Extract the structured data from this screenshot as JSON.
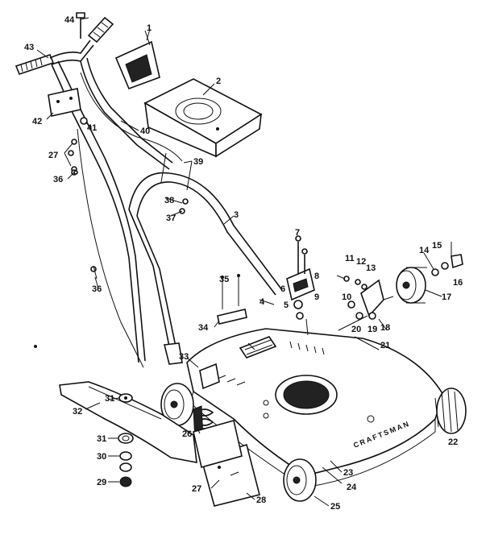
{
  "diagram": {
    "brand_text": "CRAFTSMAN",
    "parts": [
      {
        "id": "p1",
        "text": "1"
      },
      {
        "id": "p2",
        "text": "2"
      },
      {
        "id": "p3",
        "text": "3"
      },
      {
        "id": "p4",
        "text": "4"
      },
      {
        "id": "p5",
        "text": "5"
      },
      {
        "id": "p6",
        "text": "6"
      },
      {
        "id": "p7",
        "text": "7"
      },
      {
        "id": "p8",
        "text": "8"
      },
      {
        "id": "p9",
        "text": "9"
      },
      {
        "id": "p10",
        "text": "10"
      },
      {
        "id": "p11",
        "text": "11"
      },
      {
        "id": "p12",
        "text": "12"
      },
      {
        "id": "p13",
        "text": "13"
      },
      {
        "id": "p14",
        "text": "14"
      },
      {
        "id": "p15",
        "text": "15"
      },
      {
        "id": "p16",
        "text": "16"
      },
      {
        "id": "p17",
        "text": "17"
      },
      {
        "id": "p18",
        "text": "18"
      },
      {
        "id": "p19",
        "text": "19"
      },
      {
        "id": "p20",
        "text": "20"
      },
      {
        "id": "p21",
        "text": "21"
      },
      {
        "id": "p22",
        "text": "22"
      },
      {
        "id": "p23",
        "text": "23"
      },
      {
        "id": "p24",
        "text": "24"
      },
      {
        "id": "p25",
        "text": "25"
      },
      {
        "id": "p26",
        "text": "26"
      },
      {
        "id": "p27a",
        "text": "27"
      },
      {
        "id": "p27b",
        "text": "27"
      },
      {
        "id": "p28",
        "text": "28"
      },
      {
        "id": "p29",
        "text": "29"
      },
      {
        "id": "p30",
        "text": "30"
      },
      {
        "id": "p31a",
        "text": "31"
      },
      {
        "id": "p31b",
        "text": "31"
      },
      {
        "id": "p32",
        "text": "32"
      },
      {
        "id": "p33",
        "text": "33"
      },
      {
        "id": "p34",
        "text": "34"
      },
      {
        "id": "p35",
        "text": "35"
      },
      {
        "id": "p36a",
        "text": "36"
      },
      {
        "id": "p36b",
        "text": "36"
      },
      {
        "id": "p37",
        "text": "37"
      },
      {
        "id": "p38",
        "text": "38"
      },
      {
        "id": "p39",
        "text": "39"
      },
      {
        "id": "p40",
        "text": "40"
      },
      {
        "id": "p41",
        "text": "41"
      },
      {
        "id": "p42",
        "text": "42"
      },
      {
        "id": "p43",
        "text": "43"
      },
      {
        "id": "p44",
        "text": "44"
      }
    ]
  }
}
